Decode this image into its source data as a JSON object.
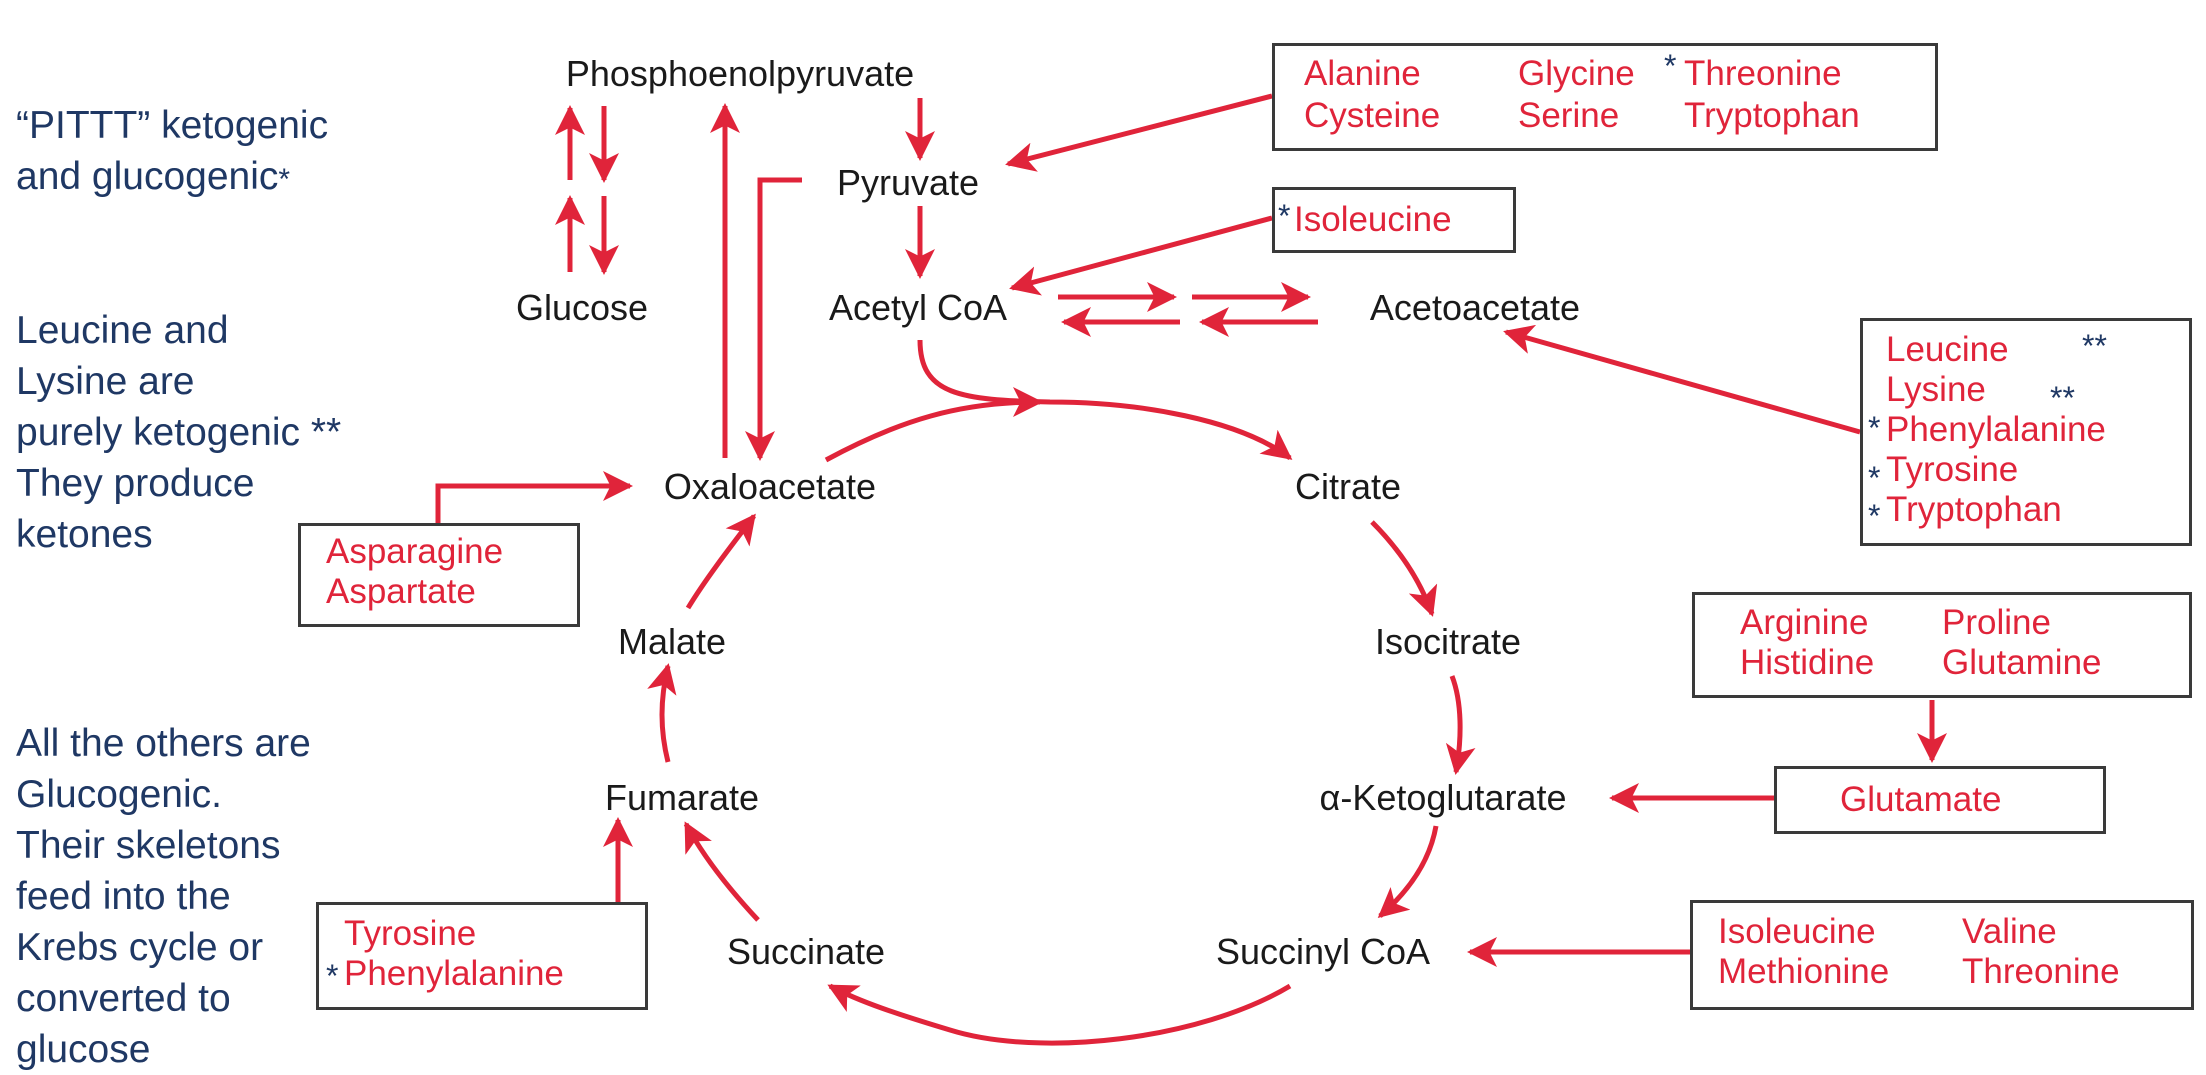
{
  "colors": {
    "arrow": "#e0243a",
    "amino_acid_text": "#e0243a",
    "note_text": "#1f3864",
    "box_border": "#3a3a3a",
    "node_text": "#1a1a1a"
  },
  "notes": {
    "pittt": [
      "“PITTT” ketogenic",
      "and glucogenic",
      "*"
    ],
    "ketogenic": [
      "Leucine and",
      "Lysine are",
      "purely ketogenic **",
      "They produce",
      "ketones"
    ],
    "glucogenic": [
      "All the others are",
      "Glucogenic.",
      "Their skeletons",
      "feed into the",
      "Krebs cycle or",
      "converted to",
      "glucose"
    ]
  },
  "nodes": {
    "phosphoenolpyruvate": "Phosphoenolpyruvate",
    "pyruvate": "Pyruvate",
    "glucose": "Glucose",
    "acetyl_coa": "Acetyl CoA",
    "acetoacetate": "Acetoacetate",
    "oxaloacetate": "Oxaloacetate",
    "citrate": "Citrate",
    "isocitrate": "Isocitrate",
    "malate": "Malate",
    "alpha_ketoglutarate": "α-Ketoglutarate",
    "fumarate": "Fumarate",
    "succinate": "Succinate",
    "succinyl_coa": "Succinyl CoA"
  },
  "boxes": {
    "pyruvate_group": {
      "alanine": "Alanine",
      "glycine": "Glycine",
      "threonine": "Threonine",
      "cysteine": "Cysteine",
      "serine": "Serine",
      "tryptophan": "Tryptophan",
      "marker": "*"
    },
    "isoleucine_group": {
      "isoleucine": "Isoleucine",
      "marker": "*"
    },
    "ketone_group": {
      "leucine": "Leucine",
      "lysine": "Lysine",
      "phenylalanine": "Phenylalanine",
      "tyrosine": "Tyrosine",
      "tryptophan": "Tryptophan",
      "double_marker": "**",
      "marker": "*"
    },
    "oxaloacetate_group": {
      "asparagine": "Asparagine",
      "aspartate": "Aspartate"
    },
    "glutamate_precursors": {
      "arginine": "Arginine",
      "proline": "Proline",
      "histidine": "Histidine",
      "glutamine": "Glutamine"
    },
    "glutamate_group": {
      "glutamate": "Glutamate"
    },
    "fumarate_group": {
      "tyrosine": "Tyrosine",
      "phenylalanine": "Phenylalanine",
      "marker": "*"
    },
    "succinyl_group": {
      "isoleucine": "Isoleucine",
      "valine": "Valine",
      "methionine": "Methionine",
      "threonine": "Threonine"
    }
  }
}
